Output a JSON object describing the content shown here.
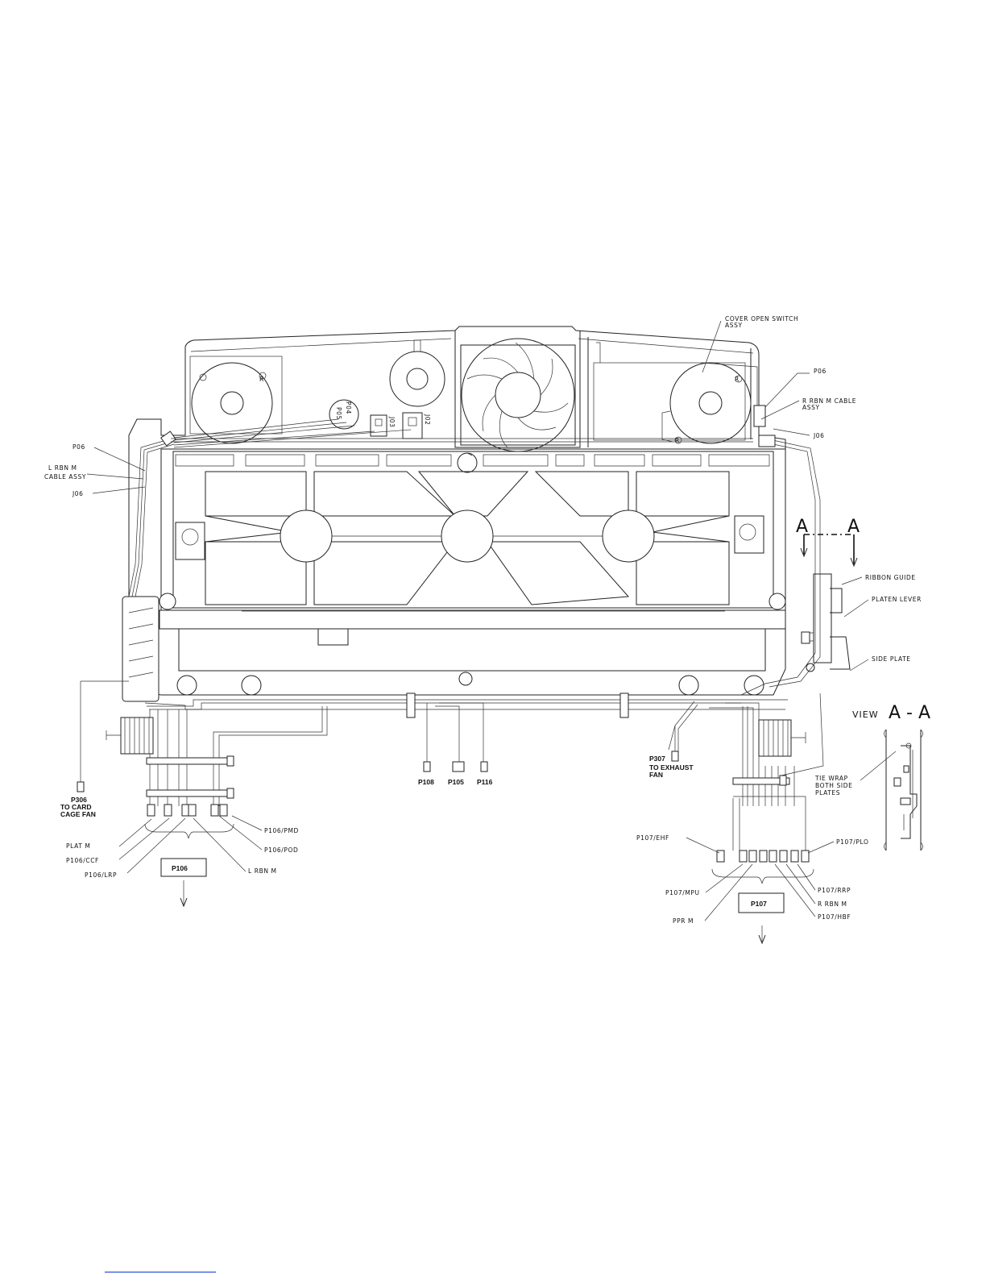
{
  "labels": {
    "cover_open_switch": [
      "COVER OPEN SWITCH",
      "ASSY"
    ],
    "p06_right": "P06",
    "r_rbn_m_cable": [
      "R RBN M CABLE",
      "ASSY"
    ],
    "j06_right": "J06",
    "p06_left": "P06",
    "l_rbn_m_cable": [
      "L RBN M",
      "CABLE ASSY"
    ],
    "j06_left": "J06",
    "p05": "P05",
    "p04": "P04",
    "j03": "J03",
    "j02": "J02",
    "section_a_left": "A",
    "section_a_right": "A",
    "ribbon_guide": "RIBBON GUIDE",
    "platen_lever": "PLATEN LEVER",
    "side_plate": "SIDE PLATE",
    "view_word": "VIEW",
    "view_letters": "A - A",
    "tie_wrap": [
      "TIE WRAP",
      "BOTH SIDE",
      "PLATES"
    ],
    "p306": [
      "P306",
      "TO CARD",
      "CAGE FAN"
    ],
    "p108": "P108",
    "p105": "P105",
    "p116": "P116",
    "p307": [
      "P307",
      "TO EXHAUST",
      "FAN"
    ],
    "plat_m": "PLAT M",
    "p106_ccf": "P106/CCF",
    "p106_lrp": "P106/LRP",
    "p106_pmd": "P106/PMD",
    "p106_pod": "P106/POD",
    "l_rbn_m": "L RBN M",
    "p106_box": "P106",
    "p107_ehf": "P107/EHF",
    "p107_plo": "P107/PLO",
    "p107_mpu": "P107/MPU",
    "p107_rrp": "P107/RRP",
    "r_rbn_m": "R RBN M",
    "ppr_m": "PPR M",
    "p107_hbf": "P107/HBF",
    "p107_box": "P107",
    "mark_r": "R"
  }
}
